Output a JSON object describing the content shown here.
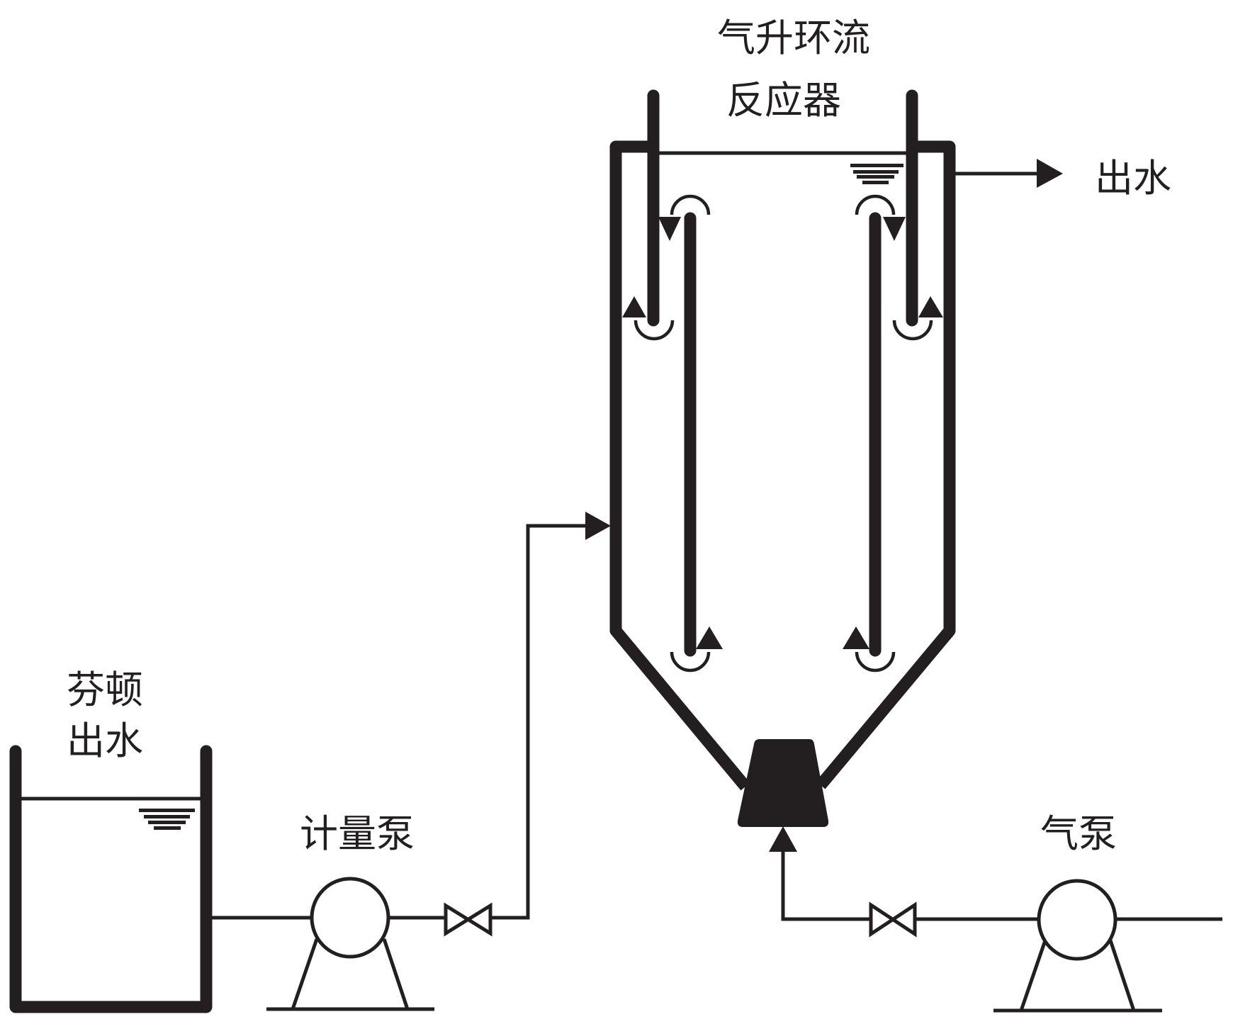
{
  "diagram": {
    "title": "气升环流反应器流程示意图",
    "reactor_label": {
      "line1": "气升环流",
      "line2": "反应器"
    },
    "outlet_label": "出水",
    "feed_tank_label": {
      "line1": "芬顿",
      "line2": "出水"
    },
    "metering_pump_label": "计量泵",
    "air_pump_label": "气泵",
    "colors": {
      "stroke": "#231f20",
      "background": "#ffffff"
    },
    "components": [
      {
        "id": "feed-tank",
        "name": "芬顿出水",
        "type": "tank"
      },
      {
        "id": "metering-pump",
        "name": "计量泵",
        "type": "pump"
      },
      {
        "id": "feed-valve",
        "name": "",
        "type": "valve"
      },
      {
        "id": "reactor",
        "name": "气升环流反应器",
        "type": "airlift-loop-reactor"
      },
      {
        "id": "air-diffuser",
        "name": "",
        "type": "diffuser"
      },
      {
        "id": "air-valve",
        "name": "",
        "type": "valve"
      },
      {
        "id": "air-pump",
        "name": "气泵",
        "type": "pump"
      }
    ],
    "connections": [
      {
        "from": "feed-tank",
        "to": "metering-pump"
      },
      {
        "from": "metering-pump",
        "to": "feed-valve"
      },
      {
        "from": "feed-valve",
        "to": "reactor"
      },
      {
        "from": "air-pump",
        "to": "air-valve"
      },
      {
        "from": "air-valve",
        "to": "air-diffuser"
      },
      {
        "from": "reactor",
        "to": "出水"
      }
    ]
  }
}
